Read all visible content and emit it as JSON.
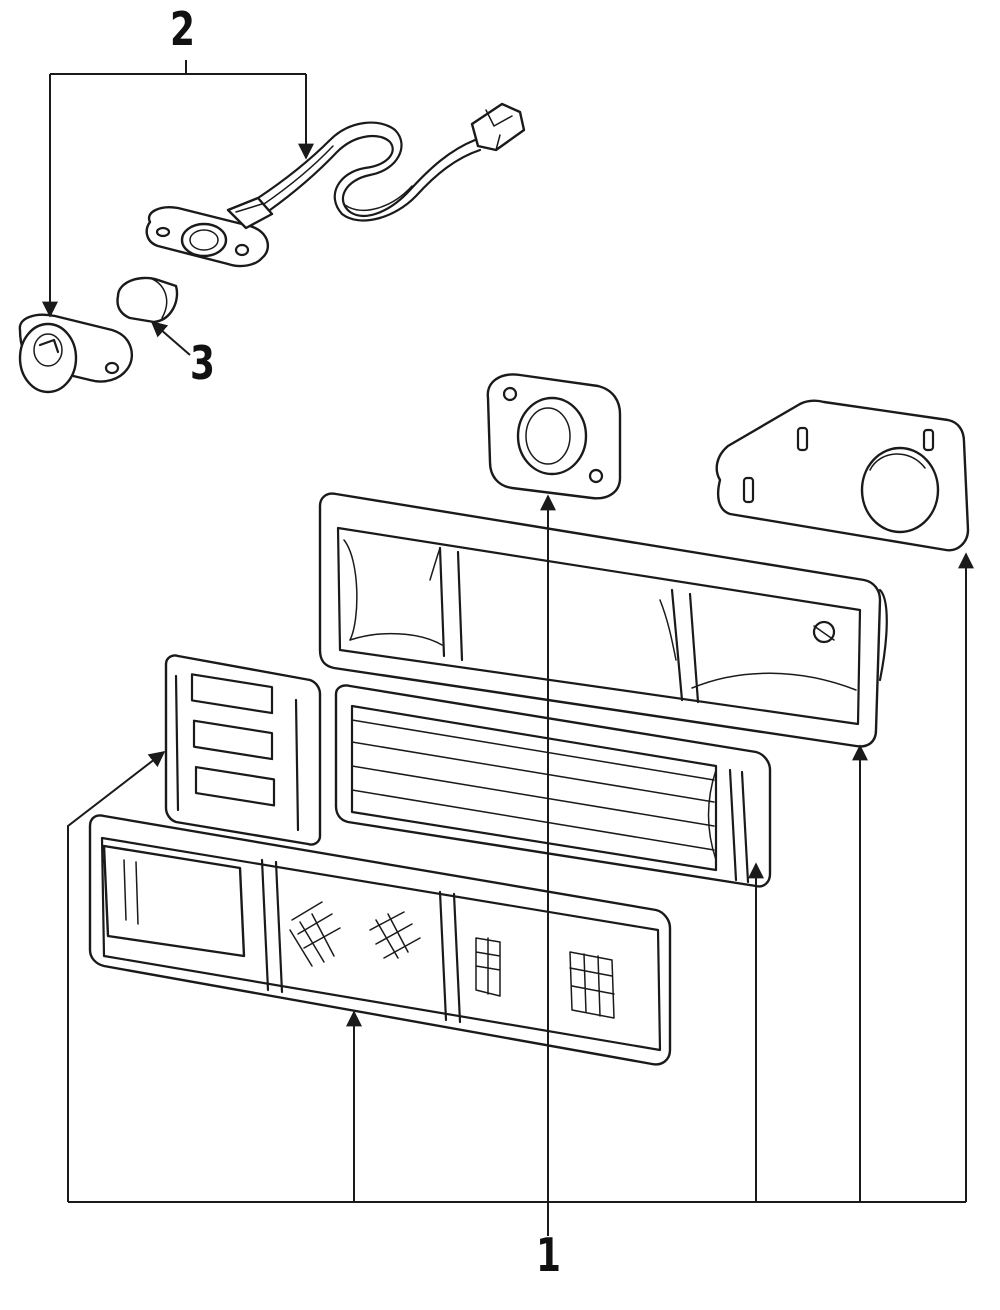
{
  "callouts": {
    "part_1": "1",
    "part_2": "2",
    "part_3": "3"
  },
  "colors": {
    "line": "#1a1a1a",
    "background": "#ffffff"
  }
}
